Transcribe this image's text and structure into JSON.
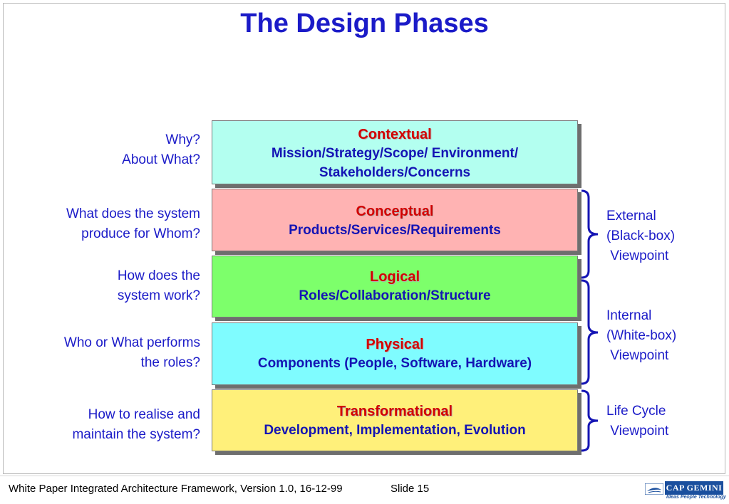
{
  "title": "The Design Phases",
  "questions": [
    "Why?\nAbout What?",
    "What does the system\nproduce for Whom?",
    "How does the\nsystem work?",
    "Who or What performs\nthe roles?",
    "How to realise and\nmaintain the system?"
  ],
  "layers": [
    {
      "name": "Contextual",
      "desc": "Mission/Strategy/Scope/ Environment/\nStakeholders/Concerns",
      "color": "#b3fff0"
    },
    {
      "name": "Conceptual",
      "desc": "Products/Services/Requirements",
      "color": "#ffb3b3"
    },
    {
      "name": "Logical",
      "desc": "Roles/Collaboration/Structure",
      "color": "#7dff6b"
    },
    {
      "name": "Physical",
      "desc": "Components (People, Software, Hardware)",
      "color": "#7ffcff"
    },
    {
      "name": "Transformational",
      "desc": "Development, Implementation, Evolution",
      "color": "#fff07a"
    }
  ],
  "viewpoints": [
    "External\n(Black-box)\n Viewpoint",
    "Internal\n(White-box)\n Viewpoint",
    "Life Cycle\n Viewpoint"
  ],
  "footer": {
    "text": "White Paper Integrated Architecture Framework, Version 1.0, 16-12-99",
    "slide": "Slide 15"
  },
  "logo": {
    "name": "CAP GEMINI",
    "tagline": "Ideas People Technology",
    "icon": "logo-boat-icon",
    "color": "#1a4f9e"
  },
  "colors": {
    "title": "#1b1bc8",
    "layer_name": "#d20000",
    "layer_desc": "#1414b4",
    "brace": "#1414b4"
  }
}
